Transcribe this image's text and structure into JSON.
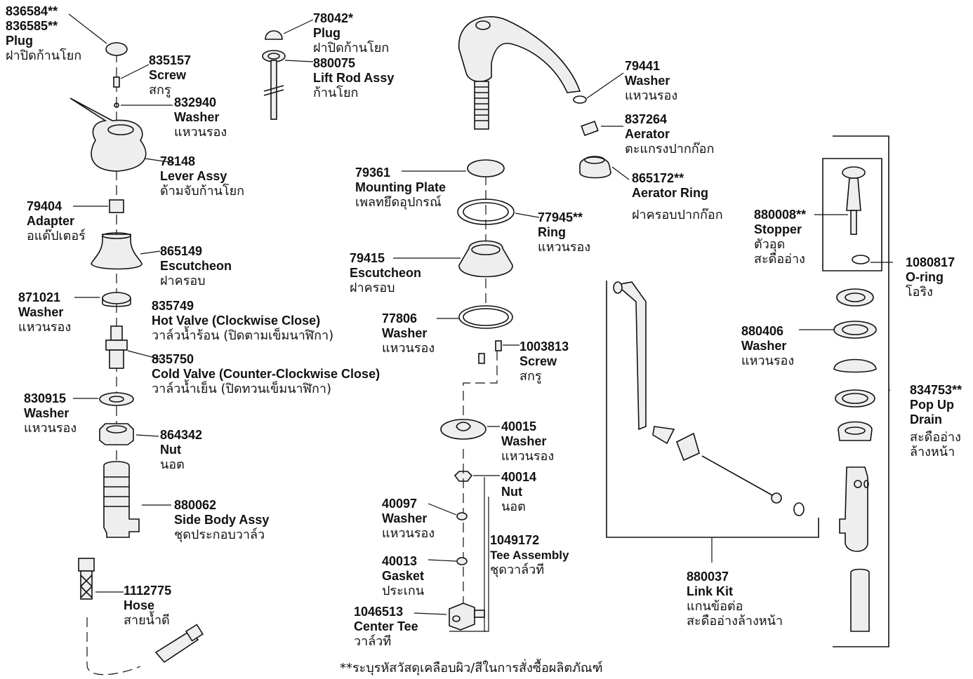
{
  "parts": {
    "plug_a": {
      "n1": "836584**",
      "n2": "836585**",
      "name": "Plug",
      "th": "ฝาปิดก้านโยก"
    },
    "screw_a": {
      "n": "835157",
      "name": "Screw",
      "th": "สกรู"
    },
    "washer_a": {
      "n": "832940",
      "name": "Washer",
      "th": "แหวนรอง"
    },
    "lever": {
      "n": "78148",
      "name": "Lever Assy",
      "th": "ด้ามจับก้านโยก"
    },
    "adapter": {
      "n": "79404",
      "name": "Adapter",
      "th": "อแด๊ปเตอร์"
    },
    "escutcheon_a": {
      "n": "865149",
      "name": "Escutcheon",
      "th": "ฝาครอบ"
    },
    "washer_b": {
      "n": "871021",
      "name": "Washer",
      "th": "แหวนรอง"
    },
    "hot_valve": {
      "n": "835749",
      "name": "Hot Valve (Clockwise Close)",
      "th": "วาล์วน้ำร้อน (ปิดตามเข็มนาฬิกา)"
    },
    "cold_valve": {
      "n": "835750",
      "name": "Cold Valve (Counter-Clockwise Close)",
      "th": "วาล์วน้ำเย็น (ปิดทวนเข็มนาฬิกา)"
    },
    "washer_c": {
      "n": "830915",
      "name": "Washer",
      "th": "แหวนรอง"
    },
    "nut_a": {
      "n": "864342",
      "name": "Nut",
      "th": "นอต"
    },
    "side_body": {
      "n": "880062",
      "name": "Side Body Assy",
      "th": "ชุดประกอบวาล์ว"
    },
    "hose": {
      "n": "1112775",
      "name": "Hose",
      "th": "สายน้ำดี"
    },
    "plug_b": {
      "n": "78042*",
      "name": "Plug",
      "th": "ฝาปิดก้านโยก"
    },
    "lift_rod": {
      "n": "880075",
      "name": "Lift Rod Assy",
      "th": "ก้านโยก"
    },
    "mounting_plate": {
      "n": "79361",
      "name": "Mounting Plate",
      "th": "เพลทยึดอุปกรณ์"
    },
    "ring": {
      "n": "77945**",
      "name": "Ring",
      "th": "แหวนรอง"
    },
    "escutcheon_b": {
      "n": "79415",
      "name": "Escutcheon",
      "th": "ฝาครอบ"
    },
    "washer_d": {
      "n": "77806",
      "name": "Washer",
      "th": "แหวนรอง"
    },
    "screw_b": {
      "n": "1003813",
      "name": "Screw",
      "th": "สกรู"
    },
    "washer_e": {
      "n": "40015",
      "name": "Washer",
      "th": "แหวนรอง"
    },
    "nut_b": {
      "n": "40014",
      "name": "Nut",
      "th": "นอต"
    },
    "washer_f": {
      "n": "40097",
      "name": "Washer",
      "th": "แหวนรอง"
    },
    "tee_assembly": {
      "n": "1049172",
      "name": "Tee Assembly",
      "th": "ชุดวาล์วที"
    },
    "gasket": {
      "n": "40013",
      "name": "Gasket",
      "th": "ประเกน"
    },
    "center_tee": {
      "n": "1046513",
      "name": "Center Tee",
      "th": "วาล์วที"
    },
    "washer_g": {
      "n": "79441",
      "name": "Washer",
      "th": "แหวนรอง"
    },
    "aerator": {
      "n": "837264",
      "name": "Aerator",
      "th": "ตะแกรงปากก๊อก"
    },
    "aerator_ring": {
      "n": "865172**",
      "name": "Aerator Ring",
      "th": "ฝาครอบปากก๊อก"
    },
    "stopper": {
      "n": "880008**",
      "name": "Stopper",
      "th1": "ตัวอุด",
      "th2": "สะดืออ่าง"
    },
    "oring": {
      "n": "1080817",
      "name": "O-ring",
      "th": "โอริง"
    },
    "washer_h": {
      "n": "880406",
      "name": "Washer",
      "th": "แหวนรอง"
    },
    "popup": {
      "n": "834753**",
      "name1": "Pop Up",
      "name2": "Drain",
      "th1": "สะดืออ่าง",
      "th2": "ล้างหน้า"
    },
    "link_kit": {
      "n": "880037",
      "name": "Link Kit",
      "th1": "แกนข้อต่อ",
      "th2": "สะดืออ่างล้างหน้า"
    }
  },
  "footnote": "**ระบุรหัสวัสดุเคลือบผิว/สีในการสั่งซื้อผลิตภัณฑ์"
}
